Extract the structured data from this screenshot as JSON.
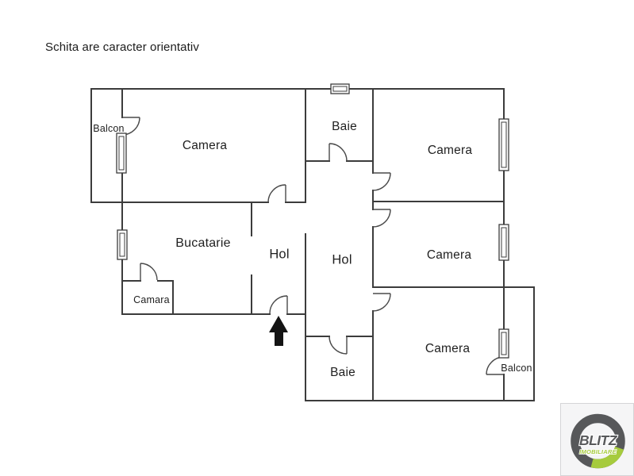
{
  "note": "Schita are caracter orientativ",
  "colors": {
    "wall": "#3c3c3c",
    "door": "#4a4a4a",
    "label_text": "#1f1f1f",
    "entrance_arrow": "#141414",
    "logo_dark": "#58595b",
    "logo_green": "#a6cb3d",
    "logo_background": "#f5f5f6"
  },
  "rooms": {
    "balcon_left": "Balcon",
    "camera_top_left": "Camera",
    "baie_top": "Baie",
    "camera_top_right": "Camera",
    "bucatarie": "Bucatarie",
    "hol_left": "Hol",
    "hol_center": "Hol",
    "camera_mid_right": "Camera",
    "camara": "Camara",
    "camera_bottom_right": "Camera",
    "baie_bottom": "Baie",
    "balcon_right": "Balcon"
  },
  "logo": {
    "brand": "BLITZ",
    "tagline": "IMOBILIARE"
  }
}
